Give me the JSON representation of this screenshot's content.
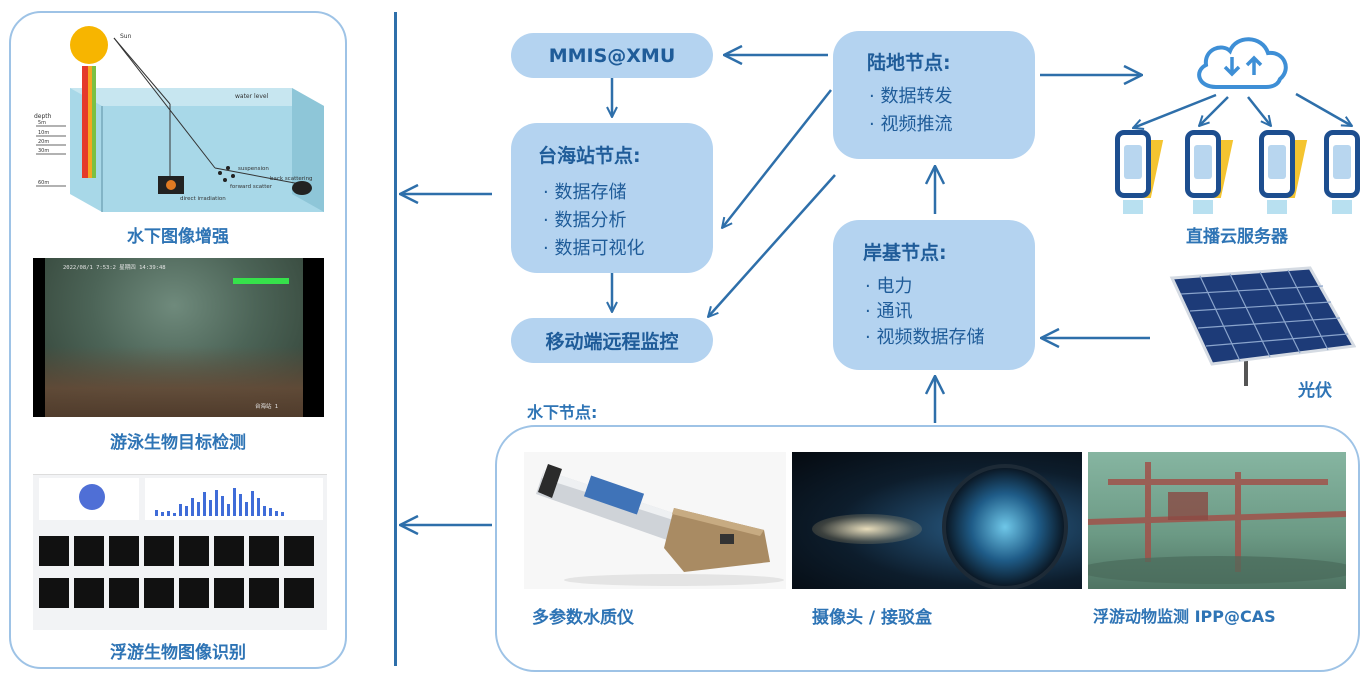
{
  "left_panel": {
    "panels": [
      {
        "caption": "水下图像增强"
      },
      {
        "caption": "游泳生物目标检测"
      },
      {
        "caption": "浮游生物图像识别"
      }
    ],
    "diagram_labels": {
      "sun": "Sun",
      "water_level": "water level",
      "depth": "depth",
      "depths": [
        "5m",
        "10m",
        "20m",
        "30m",
        "60m"
      ],
      "suspension": "suspension",
      "back_scattering": "back scattering",
      "forward_scatter": "forward scatter",
      "direct_irradiation": "direct irradiation"
    },
    "video_overlay": {
      "top": "2022/08/1 7:53:2 星期四 14:39:48",
      "bottom": "台海站 1"
    }
  },
  "nodes": {
    "mmis": {
      "title": "MMIS@XMU"
    },
    "taihai": {
      "title": "台海站节点:",
      "items": [
        "· 数据存储",
        "· 数据分析",
        "· 数据可视化"
      ]
    },
    "mobile": {
      "title": "移动端远程监控"
    },
    "land": {
      "title": "陆地节点:",
      "items": [
        "· 数据转发",
        "· 视频推流"
      ]
    },
    "shore": {
      "title": "岸基节点:",
      "items": [
        "· 电力",
        "· 通讯",
        "· 视频数据存储"
      ]
    }
  },
  "cloud": {
    "caption": "直播云服务器"
  },
  "solar": {
    "caption": "光伏"
  },
  "underwater": {
    "title": "水下节点:",
    "items": [
      {
        "caption": "多参数水质仪"
      },
      {
        "caption": "摄像头 / 接驳盒"
      },
      {
        "caption": "浮游动物监测 IPP@CAS"
      }
    ]
  },
  "colors": {
    "accent": "#2e74b5",
    "node_fill": "#b4d3f0",
    "arrow": "#2e6faa",
    "border": "#9ec3e6"
  }
}
